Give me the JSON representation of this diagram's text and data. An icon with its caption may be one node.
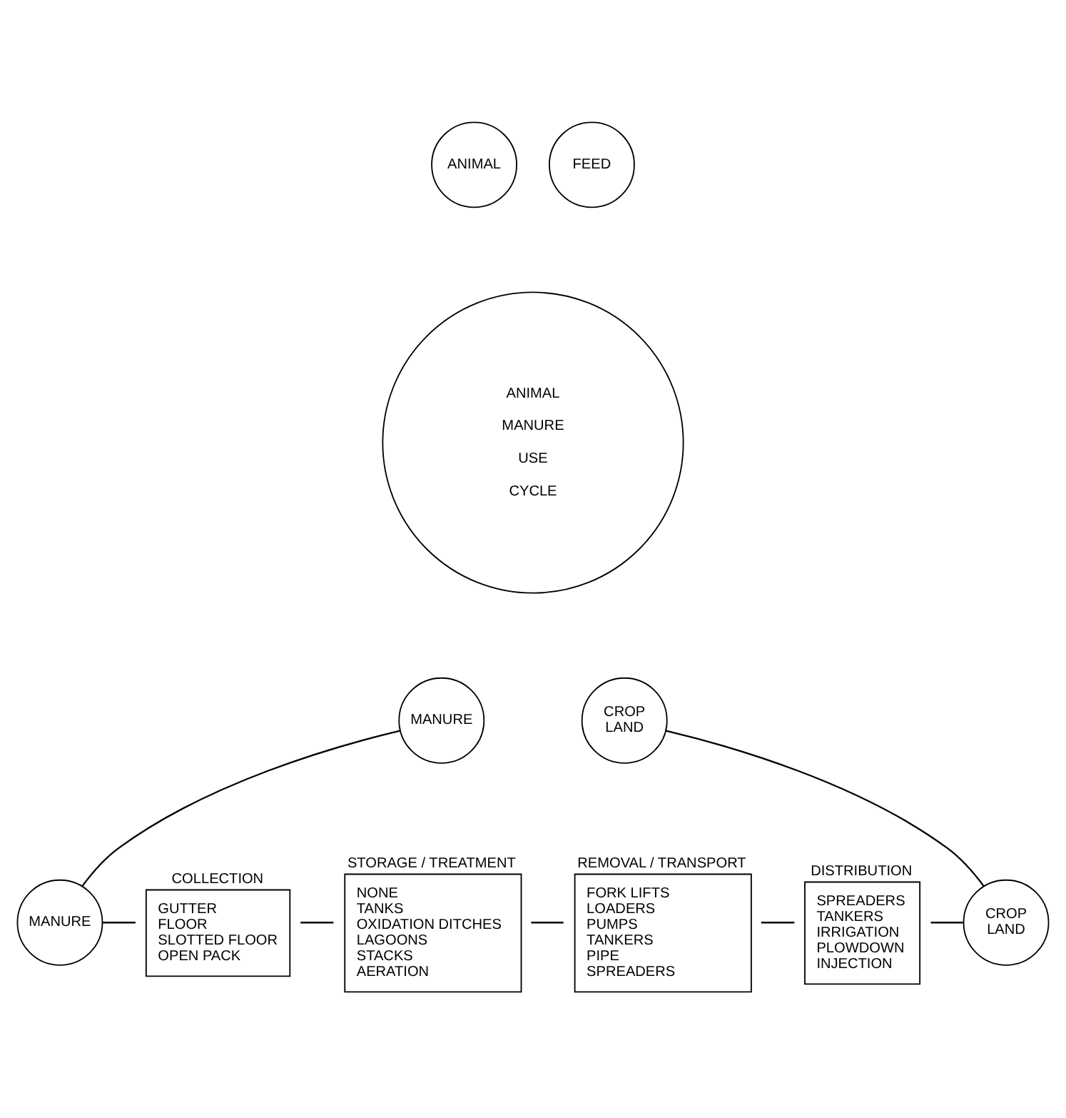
{
  "diagram": {
    "nodes": [
      {
        "text": [
          "ANIMAL MANURE USE CYCLE"
        ]
      },
      {
        "text": [
          "ANIMAL"
        ]
      },
      {
        "text": [
          "FEED"
        ]
      },
      {
        "text": [
          "MANURE"
        ]
      },
      {
        "text": [
          "CROP LAND"
        ]
      },
      {
        "text": [
          "MANURE"
        ]
      },
      {
        "text": [
          "COLLECTION",
          "GUTTER",
          "FLOOR",
          "SLOTTED FLOOR",
          "OPEN PACK"
        ]
      },
      {
        "text": [
          "STORAGE / TREATMENT",
          "NONE",
          "TANKS",
          "OXIDATION DITCHES",
          "LAGOONS",
          "STACKS",
          "AERATION"
        ]
      },
      {
        "text": [
          "REMOVAL / TRANSPORT",
          "FORK LIFTS",
          "LOADERS",
          "PUMPS",
          "TANKERS",
          "PIPE",
          "SPREADERS"
        ]
      },
      {
        "text": [
          "DISTRIBUTION",
          "SPREADERS",
          "TANKERS",
          "IRRIGATION",
          "PLOWDOWN",
          "INJECTION"
        ]
      },
      {
        "text": [
          "CROP LAND"
        ]
      }
    ],
    "edges": [
      {
        "from": 3,
        "to": 5,
        "arrow": "none"
      },
      {
        "from": 4,
        "to": 10,
        "arrow": "none"
      },
      {
        "from": 5,
        "to": 6,
        "arrow": "none"
      },
      {
        "from": 6,
        "to": 7,
        "arrow": "none"
      },
      {
        "from": 7,
        "to": 8,
        "arrow": "none"
      },
      {
        "from": 8,
        "to": 9,
        "arrow": "none"
      },
      {
        "from": 9,
        "to": 10,
        "arrow": "none"
      }
    ]
  }
}
